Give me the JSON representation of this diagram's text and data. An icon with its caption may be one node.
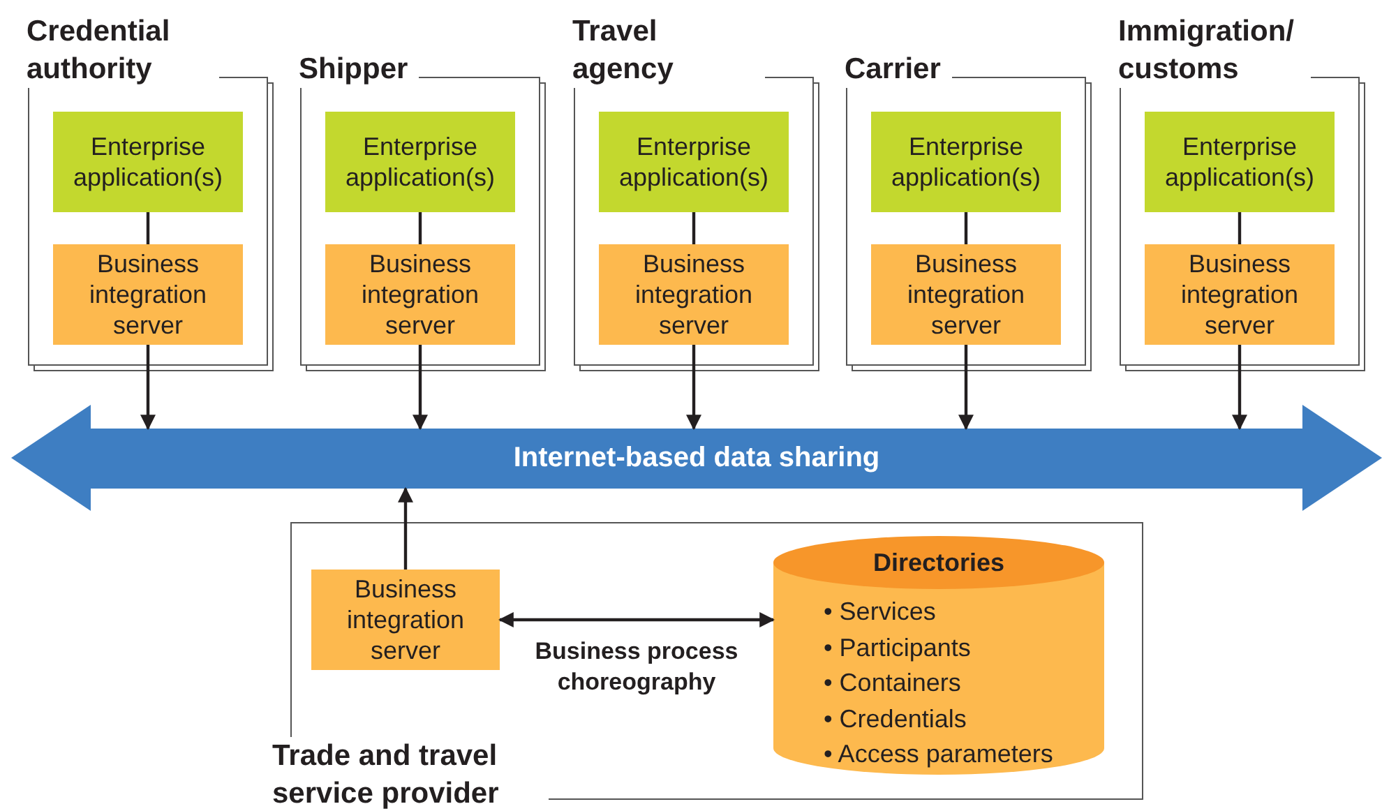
{
  "diagram": {
    "nodes": [
      {
        "text": [
          "Credential authority"
        ]
      },
      {
        "text": [
          "Enterprise application(s)"
        ],
        "in": 0
      },
      {
        "text": [
          "Business integration server"
        ],
        "in": 0
      },
      {
        "text": [
          "Shipper"
        ]
      },
      {
        "text": [
          "Enterprise application(s)"
        ],
        "in": 3
      },
      {
        "text": [
          "Business integration server"
        ],
        "in": 3
      },
      {
        "text": [
          "Travel agency"
        ]
      },
      {
        "text": [
          "Enterprise application(s)"
        ],
        "in": 6
      },
      {
        "text": [
          "Business integration server"
        ],
        "in": 6
      },
      {
        "text": [
          "Carrier"
        ]
      },
      {
        "text": [
          "Enterprise application(s)"
        ],
        "in": 9
      },
      {
        "text": [
          "Business integration server"
        ],
        "in": 9
      },
      {
        "text": [
          "Immigration/ customs"
        ]
      },
      {
        "text": [
          "Enterprise application(s)"
        ],
        "in": 12
      },
      {
        "text": [
          "Business integration server"
        ],
        "in": 12
      },
      {
        "text": [
          "Internet-based data sharing"
        ]
      },
      {
        "text": [
          "Trade and travel service provider"
        ]
      },
      {
        "text": [
          "Business integration server"
        ],
        "in": 16
      },
      {
        "text": [
          "Directories",
          "• Services",
          "• Participants",
          "• Containers",
          "• Credentials",
          "• Access parameters"
        ],
        "in": 16
      }
    ],
    "edges": [
      {
        "from": 1,
        "to": 2,
        "arrow": "none"
      },
      {
        "from": 2,
        "to": 15,
        "arrow": "to"
      },
      {
        "from": 4,
        "to": 5,
        "arrow": "none"
      },
      {
        "from": 5,
        "to": 15,
        "arrow": "to"
      },
      {
        "from": 7,
        "to": 8,
        "arrow": "none"
      },
      {
        "from": 8,
        "to": 15,
        "arrow": "to"
      },
      {
        "from": 10,
        "to": 11,
        "arrow": "none"
      },
      {
        "from": 11,
        "to": 15,
        "arrow": "to"
      },
      {
        "from": 13,
        "to": 14,
        "arrow": "none"
      },
      {
        "from": 14,
        "to": 15,
        "arrow": "to"
      },
      {
        "from": 17,
        "to": 15,
        "arrow": "to"
      },
      {
        "from": 17,
        "to": 18,
        "arrow": "both",
        "label": "Business process choreography"
      }
    ]
  }
}
